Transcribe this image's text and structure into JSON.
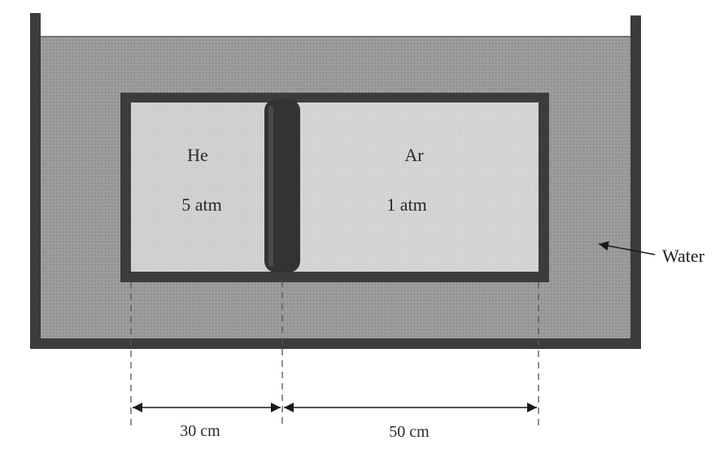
{
  "diagram": {
    "left_gas": {
      "name": "He",
      "pressure": "5 atm"
    },
    "right_gas": {
      "name": "Ar",
      "pressure": "1 atm"
    },
    "surrounding_label": "Water",
    "dimensions": {
      "left_length": "30 cm",
      "right_length": "50 cm"
    },
    "colors": {
      "water": "#9a9a9a",
      "gas_fill": "#d2d2d2",
      "walls": "#3c3c3c",
      "piston": "#333333"
    }
  }
}
